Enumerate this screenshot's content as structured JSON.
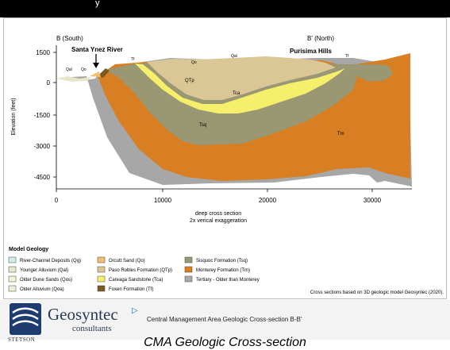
{
  "header": {
    "fragment": "y"
  },
  "section": {
    "left_label": "B (South)",
    "right_label": "B' (North)",
    "places": [
      "Santa Ynez River",
      "Purisima Hills"
    ],
    "unit_labels": [
      "Qal",
      "Qo",
      "Tf",
      "QTp",
      "Qo",
      "Qal",
      "Tf",
      "Tca",
      "Tsq",
      "Tm"
    ],
    "y_axis_label": "Elevation (feet)",
    "y_ticks": [
      "1500",
      "0",
      "-1500",
      "-3000",
      "-4500"
    ],
    "x_ticks": [
      "0",
      "10000",
      "20000",
      "30000"
    ],
    "x_caption_line1": "deep cross section",
    "x_caption_line2": "2x verical exaggeration"
  },
  "legend": {
    "title": "Model Geology",
    "items": [
      {
        "label": "River-Channel Deposits (Qg)",
        "color": "#d4ebf2"
      },
      {
        "label": "Younger Alluvium (Qal)",
        "color": "#e6e6c8"
      },
      {
        "label": "Older Dune Sands (Qos)",
        "color": "#f7f1d0"
      },
      {
        "label": "Older Alluvium (Qoa)",
        "color": "#efefd8"
      },
      {
        "label": "Orcutt Sand (Qo)",
        "color": "#f0c070"
      },
      {
        "label": "Paso Robles Formation (QTp)",
        "color": "#dcc795"
      },
      {
        "label": "Careaga Sandstone (Tca)",
        "color": "#f6f06a"
      },
      {
        "label": "Foxen Formation (Tf)",
        "color": "#7a5a1e"
      },
      {
        "label": "Sisquoc Formation (Tsq)",
        "color": "#9b9874"
      },
      {
        "label": "Monterey Formation (Tm)",
        "color": "#d97f1f"
      },
      {
        "label": "Tertiary - Older than Monterey",
        "color": "#a8a8a8"
      }
    ],
    "credit": "Cross sections based on 3D geologic model Geosyntec (2020)."
  },
  "footer": {
    "brand": "Geosyntec",
    "brand_sub": "consultants",
    "logo_sub": "STETSON",
    "title": "Central Management Area Geologic Cross-section B-B'"
  },
  "caption": "CMA Geologic Cross-section"
}
